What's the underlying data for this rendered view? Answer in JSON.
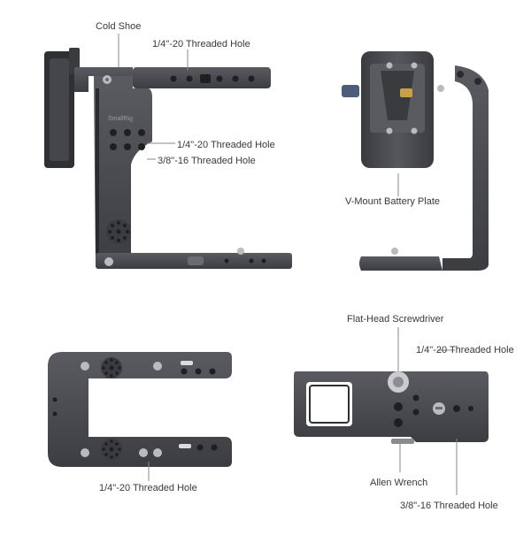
{
  "brand": "SmallRig",
  "labels": {
    "cold_shoe": "Cold Shoe",
    "threaded_14_top": "1/4\"-20 Threaded Hole",
    "threaded_14_side": "1/4\"-20 Threaded Hole",
    "threaded_38_side": "3/8\"-16 Threaded Hole",
    "vmount": "V-Mount Battery Plate",
    "screwdriver": "Flat-Head Screwdriver",
    "threaded_14_plate": "1/4\"-20 Threaded Hole",
    "threaded_14_bottom": "1/4\"-20 Threaded Hole",
    "allen_wrench": "Allen Wrench",
    "threaded_38_plate": "3/8\"-16 Threaded Hole"
  },
  "colors": {
    "metal": "#4a4b4f",
    "metal_dark": "#2f3033",
    "metal_light": "#6b6c70",
    "hole": "#1e1f21",
    "screw": "#b9bbbe",
    "callout_line": "#888888",
    "text": "#3a3a3a"
  }
}
